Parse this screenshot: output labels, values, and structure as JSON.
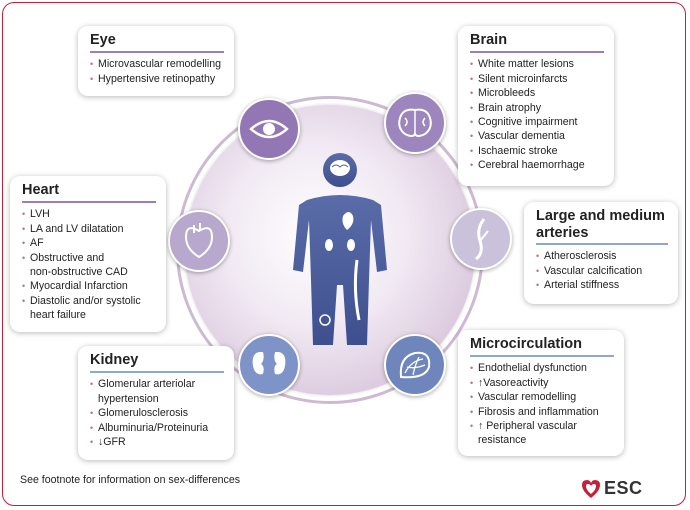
{
  "cards": {
    "eye": {
      "title": "Eye",
      "items": [
        "Microvascular remodelling",
        "Hypertensive retinopathy"
      ]
    },
    "brain": {
      "title": "Brain",
      "items": [
        "White matter lesions",
        "Silent microinfarcts",
        "Microbleeds",
        "Brain atrophy",
        "Cognitive impairment",
        "Vascular dementia",
        "Ischaemic stroke",
        "Cerebral haemorrhage"
      ]
    },
    "heart": {
      "title": "Heart",
      "items": [
        "LVH",
        "LA and LV dilatation",
        "AF",
        "Obstructive and",
        "non-obstructive CAD",
        "Myocardial Infarction",
        "Diastolic and/or systolic",
        "heart failure"
      ]
    },
    "arteries": {
      "title_line1": "Large and medium",
      "title_line2": "arteries",
      "items": [
        "Atherosclerosis",
        "Vascular calcification",
        "Arterial stiffness"
      ]
    },
    "kidney": {
      "title": "Kidney",
      "items": [
        "Glomerular arteriolar",
        "hypertension",
        "Glomerulosclerosis",
        "Albuminuria/Proteinuria",
        "↓GFR"
      ]
    },
    "microcirculation": {
      "title": "Microcirculation",
      "items": [
        "Endothelial dysfunction",
        "↑Vasoreactivity",
        "Vascular remodelling",
        "Fibrosis and inflammation",
        "↑ Peripheral vascular",
        "resistance"
      ]
    }
  },
  "footnote": "See footnote for information on sex-differences",
  "logo": {
    "text": "ESC",
    "color": "#c4203a"
  },
  "icons": [
    "eye-icon",
    "brain-icon",
    "heart-icon",
    "artery-icon",
    "kidney-icon",
    "microcirculation-icon",
    "human-body-icon"
  ]
}
